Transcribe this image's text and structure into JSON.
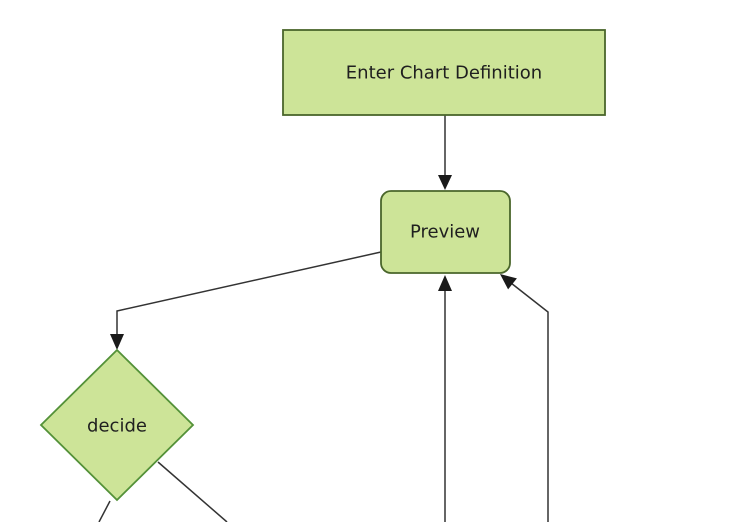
{
  "diagram": {
    "type": "flowchart",
    "direction": "top-down",
    "nodes": [
      {
        "id": "enter-chart-definition",
        "label": "Enter Chart Definition",
        "shape": "rectangle"
      },
      {
        "id": "preview",
        "label": "Preview",
        "shape": "rounded-rectangle"
      },
      {
        "id": "decide",
        "label": "decide",
        "shape": "diamond"
      }
    ],
    "edges": [
      {
        "from": "enter-chart-definition",
        "to": "preview",
        "arrow": "down"
      },
      {
        "from": "preview",
        "to": "decide",
        "arrow": "down"
      },
      {
        "from": "offscreen-bottom",
        "to": "preview",
        "arrow": "up-into-bottom"
      },
      {
        "from": "offscreen-bottom-right",
        "to": "preview",
        "arrow": "up-left-into-corner"
      },
      {
        "from": "decide",
        "to": "offscreen-bottom-left",
        "arrow": "none-visible"
      },
      {
        "from": "decide",
        "to": "offscreen-bottom",
        "arrow": "none-visible"
      }
    ],
    "colors": {
      "background": "#ffffff",
      "node_fill": "#cde498",
      "rect_stroke": "#4a662b",
      "diamond_stroke": "#539138",
      "edge": "#333333",
      "arrowhead": "#1a1a1a",
      "text": "#1f1f1f"
    }
  }
}
